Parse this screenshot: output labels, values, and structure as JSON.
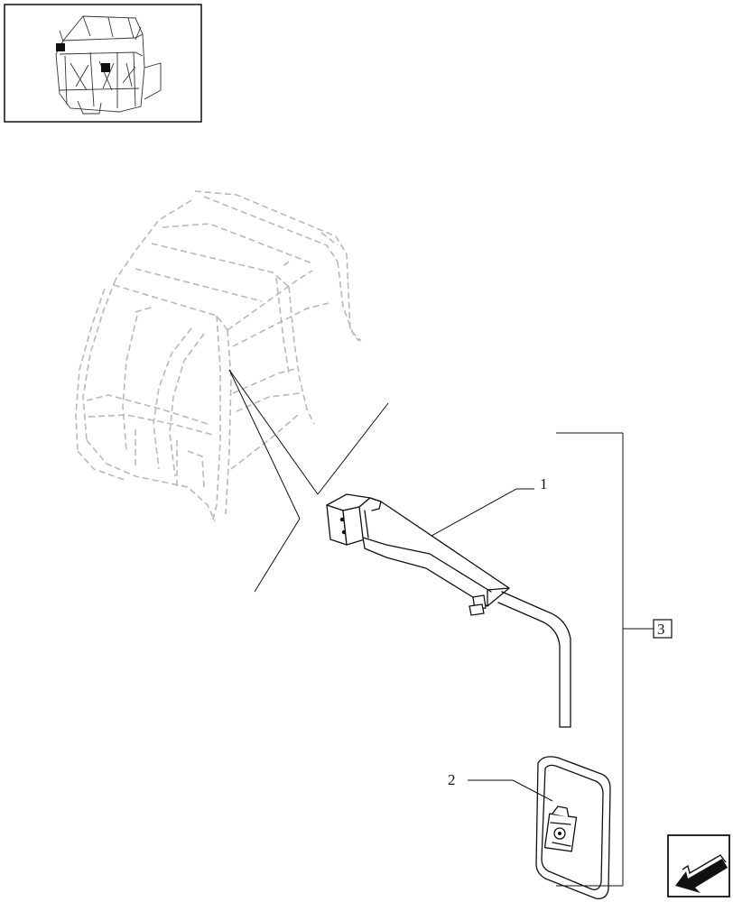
{
  "thumbnail": {
    "icon": "tractor-cab-with-mirrors-icon"
  },
  "diagram": {
    "background_icon": "tractor-cab-outline-dashed",
    "parts": [
      {
        "ref": "1",
        "icon": "mirror-support-arm-icon"
      },
      {
        "ref": "2",
        "icon": "rear-view-mirror-icon"
      }
    ],
    "group": {
      "ref": "3"
    }
  },
  "nav": {
    "icon": "next-page-arrow-icon"
  },
  "colors": {
    "ink": "#111111",
    "ghost": "#b9b9b9",
    "background": "#ffffff"
  }
}
